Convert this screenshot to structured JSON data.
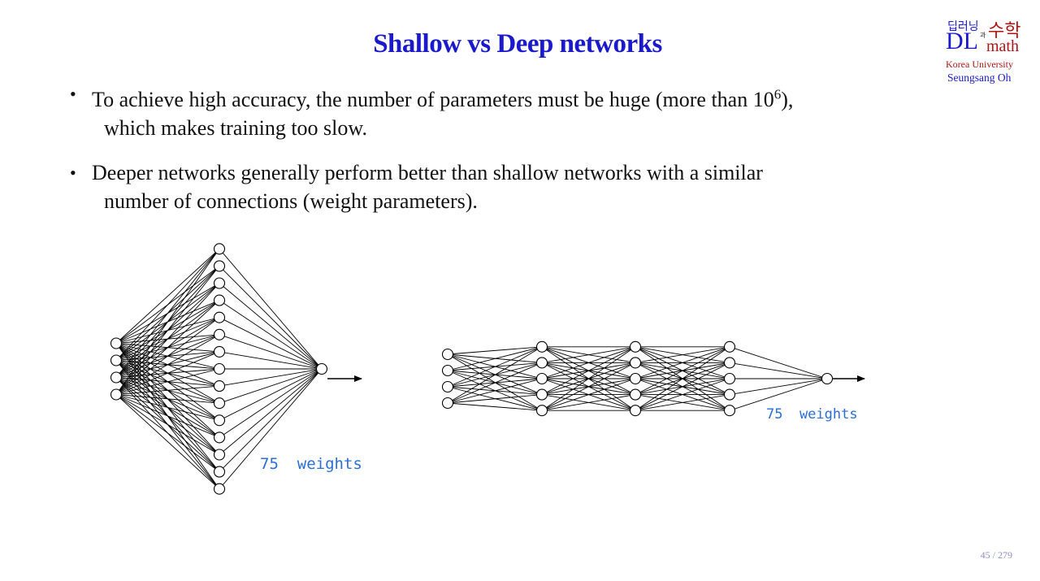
{
  "slide": {
    "title": "Shallow vs Deep networks",
    "page": "45 / 279"
  },
  "logo": {
    "korean_top": "딥러닝",
    "korean_gwa": "과",
    "korean_right": "수학",
    "dl": "DL",
    "math": "math",
    "university": "Korea University",
    "author": "Seungsang Oh"
  },
  "bullets": [
    {
      "line1_pre": "To achieve high accuracy, the number of parameters must be huge (more than 10",
      "sup": "6",
      "line1_post": "),",
      "line2": "which makes training too slow."
    },
    {
      "line1": "Deeper networks generally perform better than shallow networks with a similar",
      "line2": "number of connections (weight parameters)."
    }
  ],
  "diagrams": {
    "shallow": {
      "layers": [
        4,
        15,
        1
      ],
      "label": "75  weights"
    },
    "deep": {
      "layers": [
        4,
        5,
        5,
        5,
        1
      ],
      "label": "75  weights"
    }
  },
  "colors": {
    "title": "#1a1acc",
    "label": "#2a6fd6",
    "logo_red": "#b01515",
    "logo_blue": "#1a1acc"
  }
}
